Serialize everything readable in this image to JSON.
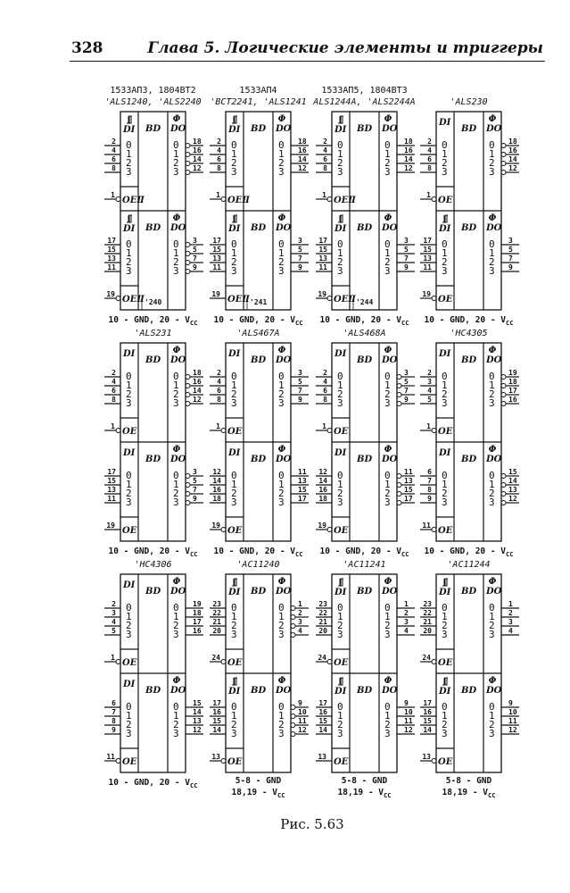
{
  "header": {
    "page_number": "328",
    "chapter": "Глава 5.  Логические элементы и триггеры"
  },
  "caption": "Рис. 5.63",
  "labels": {
    "di": "DI",
    "do": "DO",
    "bd": "BD",
    "tri": "Φ",
    "digits": [
      "0",
      "1",
      "2",
      "3"
    ]
  },
  "chips": [
    {
      "title": [
        "1533АП3, 1804ВТ2",
        "'ALS1240, 'ALS2240"
      ],
      "footer": [
        {
          "text": "10 - GND, 20 - V",
          "sub": "CC"
        }
      ],
      "extra": "'240",
      "halves": [
        {
          "schmitt": true,
          "in": [
            "2",
            "4",
            "6",
            "8"
          ],
          "out": [
            "18",
            "16",
            "14",
            "12"
          ],
          "outInv": true,
          "oe": "1",
          "oeInv": true,
          "oeLabel": "OEⅡ"
        },
        {
          "schmitt": true,
          "in": [
            "17",
            "15",
            "13",
            "11"
          ],
          "out": [
            "3",
            "5",
            "7",
            "9"
          ],
          "outInv": true,
          "oe": "19",
          "oeInv": true,
          "oeLabel": "OEⅡ"
        }
      ]
    },
    {
      "title": [
        "1533АП4",
        "'BCT2241, 'ALS1241"
      ],
      "footer": [
        {
          "text": "10 - GND, 20 - V",
          "sub": "CC"
        }
      ],
      "extra": "'241",
      "halves": [
        {
          "schmitt": true,
          "in": [
            "2",
            "4",
            "6",
            "8"
          ],
          "out": [
            "18",
            "16",
            "14",
            "12"
          ],
          "outInv": false,
          "oe": "1",
          "oeInv": true,
          "oeLabel": "OEⅡ"
        },
        {
          "schmitt": true,
          "in": [
            "17",
            "15",
            "13",
            "11"
          ],
          "out": [
            "3",
            "5",
            "7",
            "9"
          ],
          "outInv": false,
          "oe": "19",
          "oeInv": false,
          "oeLabel": "OEⅡ"
        }
      ]
    },
    {
      "title": [
        "1533АП5, 1804ВТ3",
        "ALS1244A, 'ALS2244A"
      ],
      "footer": [
        {
          "text": "10 - GND, 20 - V",
          "sub": "CC"
        }
      ],
      "extra": "'244",
      "halves": [
        {
          "schmitt": true,
          "in": [
            "2",
            "4",
            "6",
            "8"
          ],
          "out": [
            "18",
            "16",
            "14",
            "12"
          ],
          "outInv": false,
          "oe": "1",
          "oeInv": true,
          "oeLabel": "OEⅡ"
        },
        {
          "schmitt": true,
          "in": [
            "17",
            "15",
            "13",
            "11"
          ],
          "out": [
            "3",
            "5",
            "7",
            "9"
          ],
          "outInv": false,
          "oe": "19",
          "oeInv": true,
          "oeLabel": "OEⅡ"
        }
      ]
    },
    {
      "title": [
        "'ALS230"
      ],
      "footer": [
        {
          "text": "10 - GND, 20 - V",
          "sub": "CC"
        }
      ],
      "extra": "",
      "halves": [
        {
          "schmitt": false,
          "in": [
            "2",
            "4",
            "6",
            "8"
          ],
          "out": [
            "18",
            "16",
            "14",
            "12"
          ],
          "outInv": true,
          "oe": "1",
          "oeInv": true,
          "oeLabel": "OE"
        },
        {
          "schmitt": true,
          "in": [
            "17",
            "15",
            "13",
            "11"
          ],
          "out": [
            "3",
            "5",
            "7",
            "9"
          ],
          "outInv": false,
          "oe": "19",
          "oeInv": true,
          "oeLabel": "OE"
        }
      ]
    },
    {
      "title": [
        "'ALS231"
      ],
      "footer": [
        {
          "text": "10 - GND, 20 - V",
          "sub": "CC"
        }
      ],
      "extra": "",
      "halves": [
        {
          "schmitt": false,
          "in": [
            "2",
            "4",
            "6",
            "8"
          ],
          "out": [
            "18",
            "16",
            "14",
            "12"
          ],
          "outInv": true,
          "oe": "1",
          "oeInv": true,
          "oeLabel": "OE"
        },
        {
          "schmitt": false,
          "in": [
            "17",
            "15",
            "13",
            "11"
          ],
          "out": [
            "3",
            "5",
            "7",
            "9"
          ],
          "outInv": true,
          "oe": "19",
          "oeInv": false,
          "oeLabel": "OE"
        }
      ]
    },
    {
      "title": [
        "'ALS467A"
      ],
      "footer": [
        {
          "text": "10 - GND, 20 - V",
          "sub": "CC"
        }
      ],
      "extra": "",
      "halves": [
        {
          "schmitt": false,
          "in": [
            "2",
            "4",
            "6",
            "8"
          ],
          "out": [
            "3",
            "5",
            "7",
            "9"
          ],
          "outInv": false,
          "oe": "1",
          "oeInv": true,
          "oeLabel": "OE"
        },
        {
          "schmitt": false,
          "in": [
            "12",
            "14",
            "16",
            "18"
          ],
          "out": [
            "11",
            "13",
            "15",
            "17"
          ],
          "outInv": false,
          "oe": "19",
          "oeInv": true,
          "oeLabel": "OE"
        }
      ]
    },
    {
      "title": [
        "'ALS468A"
      ],
      "footer": [
        {
          "text": "10 - GND, 20 - V",
          "sub": "CC"
        }
      ],
      "extra": "",
      "halves": [
        {
          "schmitt": false,
          "in": [
            "2",
            "4",
            "6",
            "8"
          ],
          "out": [
            "3",
            "5",
            "7",
            "9"
          ],
          "outInv": true,
          "oe": "1",
          "oeInv": true,
          "oeLabel": "OE"
        },
        {
          "schmitt": false,
          "in": [
            "12",
            "14",
            "16",
            "18"
          ],
          "out": [
            "11",
            "13",
            "15",
            "17"
          ],
          "outInv": true,
          "oe": "19",
          "oeInv": true,
          "oeLabel": "OE"
        }
      ]
    },
    {
      "title": [
        "'HC4305"
      ],
      "footer": [
        {
          "text": "10 - GND, 20 - V",
          "sub": "CC"
        }
      ],
      "extra": "",
      "halves": [
        {
          "schmitt": false,
          "in": [
            "2",
            "3",
            "4",
            "5"
          ],
          "out": [
            "19",
            "18",
            "17",
            "16"
          ],
          "outInv": true,
          "oe": "1",
          "oeInv": true,
          "oeLabel": "OE"
        },
        {
          "schmitt": false,
          "in": [
            "6",
            "7",
            "8",
            "9"
          ],
          "out": [
            "15",
            "14",
            "13",
            "12"
          ],
          "outInv": true,
          "oe": "11",
          "oeInv": true,
          "oeLabel": "OE"
        }
      ]
    },
    {
      "title": [
        "'HC4306"
      ],
      "footer": [
        {
          "text": "10 - GND, 20 - V",
          "sub": "CC"
        }
      ],
      "extra": "",
      "halves": [
        {
          "schmitt": false,
          "in": [
            "2",
            "3",
            "4",
            "5"
          ],
          "out": [
            "19",
            "18",
            "17",
            "16"
          ],
          "outInv": false,
          "oe": "1",
          "oeInv": true,
          "oeLabel": "OE"
        },
        {
          "schmitt": false,
          "in": [
            "6",
            "7",
            "8",
            "9"
          ],
          "out": [
            "15",
            "14",
            "13",
            "12"
          ],
          "outInv": false,
          "oe": "11",
          "oeInv": true,
          "oeLabel": "OE"
        }
      ]
    },
    {
      "title": [
        "'AC11240"
      ],
      "footer": [
        {
          "text": "5-8 - GND",
          "sub": ""
        },
        {
          "text": "18,19 - V",
          "sub": "CC"
        }
      ],
      "extra": "",
      "halves": [
        {
          "schmitt": true,
          "in": [
            "23",
            "22",
            "21",
            "20"
          ],
          "out": [
            "1",
            "2",
            "3",
            "4"
          ],
          "outInv": true,
          "oe": "24",
          "oeInv": true,
          "oeLabel": "OE"
        },
        {
          "schmitt": true,
          "in": [
            "17",
            "16",
            "15",
            "14"
          ],
          "out": [
            "9",
            "10",
            "11",
            "12"
          ],
          "outInv": true,
          "oe": "13",
          "oeInv": true,
          "oeLabel": "OE"
        }
      ]
    },
    {
      "title": [
        "'AC11241"
      ],
      "footer": [
        {
          "text": "5-8 - GND",
          "sub": ""
        },
        {
          "text": "18,19 - V",
          "sub": "CC"
        }
      ],
      "extra": "",
      "halves": [
        {
          "schmitt": true,
          "in": [
            "23",
            "22",
            "21",
            "20"
          ],
          "out": [
            "1",
            "2",
            "3",
            "4"
          ],
          "outInv": false,
          "oe": "24",
          "oeInv": true,
          "oeLabel": "OE"
        },
        {
          "schmitt": true,
          "in": [
            "17",
            "16",
            "15",
            "14"
          ],
          "out": [
            "9",
            "10",
            "11",
            "12"
          ],
          "outInv": false,
          "oe": "13",
          "oeInv": false,
          "oeLabel": "OE"
        }
      ]
    },
    {
      "title": [
        "'AC11244"
      ],
      "footer": [
        {
          "text": "5-8 - GND",
          "sub": ""
        },
        {
          "text": "18,19 - V",
          "sub": "CC"
        }
      ],
      "extra": "",
      "halves": [
        {
          "schmitt": true,
          "in": [
            "23",
            "22",
            "21",
            "20"
          ],
          "out": [
            "1",
            "2",
            "3",
            "4"
          ],
          "outInv": false,
          "oe": "24",
          "oeInv": true,
          "oeLabel": "OE"
        },
        {
          "schmitt": true,
          "in": [
            "17",
            "16",
            "15",
            "14"
          ],
          "out": [
            "9",
            "10",
            "11",
            "12"
          ],
          "outInv": false,
          "oe": "13",
          "oeInv": true,
          "oeLabel": "OE"
        }
      ]
    }
  ]
}
